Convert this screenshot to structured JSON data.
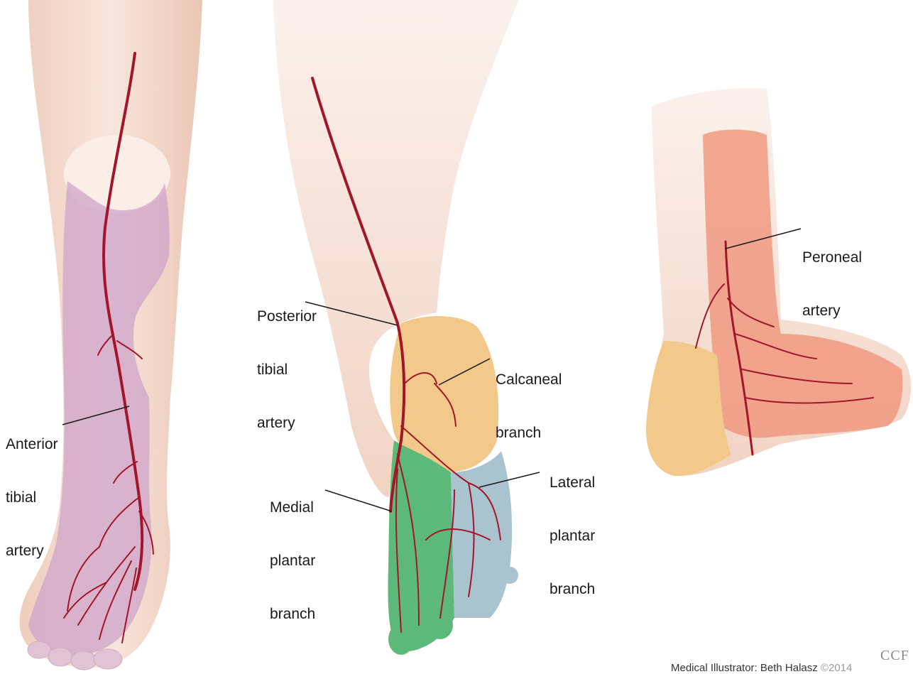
{
  "labels": {
    "anterior_tibial": [
      "Anterior",
      "tibial",
      "artery"
    ],
    "posterior_tibial": [
      "Posterior",
      "tibial",
      "artery"
    ],
    "calcaneal": [
      "Calcaneal",
      "branch"
    ],
    "medial_plantar": [
      "Medial",
      "plantar",
      "branch"
    ],
    "lateral_plantar": [
      "Lateral",
      "plantar",
      "branch"
    ],
    "peroneal": [
      "Peroneal",
      "artery"
    ]
  },
  "watermark": "CCF",
  "credit": {
    "text": "Medical Illustrator: Beth Halasz",
    "year": "©2014"
  },
  "colors": {
    "skin": "#f6e1d6",
    "skin_shade": "#ecc9b8",
    "artery": "#a3162a",
    "anterior_territory": "#cfa3c9",
    "calcaneal_territory": "#f2c98a",
    "medial_plantar_territory": "#5db97a",
    "lateral_plantar_territory": "#a9c4cf",
    "peroneal_territory": "#f0957a"
  }
}
